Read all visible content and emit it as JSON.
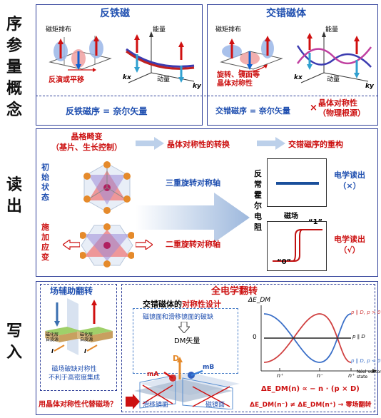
{
  "rows": {
    "row1": [
      "序",
      "参",
      "量",
      "概",
      "念"
    ],
    "row2": [
      "读",
      "出"
    ],
    "row3": [
      "写",
      "入"
    ]
  },
  "concept": {
    "af": {
      "title": "反铁磁",
      "moment_dist": "磁矩排布",
      "energy": "能量",
      "momentum": "动量",
      "kx": "kx",
      "ky": "ky",
      "note": "反演或平移",
      "formula": "反铁磁序 = 奈尔矢量"
    },
    "alt": {
      "title": "交错磁体",
      "moment_dist": "磁矩排布",
      "energy": "能量",
      "momentum": "动量",
      "kx": "kx",
      "ky": "ky",
      "note": "旋转、镜面等\n晶体对称性",
      "formula_left": "交错磁序 = 奈尔矢量",
      "times": "×",
      "formula_right": "晶体对称性\n（物理根源）"
    }
  },
  "readout": {
    "lattice_distortion": "晶格畸变\n（基片、生长控制）",
    "symmetry_change": "晶体对称性的转换",
    "reconstruct": "交错磁序的重构",
    "initial": "初\n始\n状\n态",
    "strained": "施\n加\n应\n变",
    "three_fold": "三重旋转对称轴",
    "two_fold": "二重旋转对称轴",
    "ahe": "反\n常\n霍\n尔\n电\n阻",
    "field": "磁场",
    "readout1": "电学读出\n（×）",
    "readout2": "电学读出\n（√）",
    "state1": "“1”",
    "state0": "“0”"
  },
  "write": {
    "field_assisted": "场辅助翻转",
    "all_electric": "全电学翻转",
    "symmetry_design_pre": "交错磁体的",
    "symmetry_design_em": "对称性设计",
    "mirror_break": "磁镜面和滑移镜面的破缺",
    "dm_vector": "DM矢量",
    "d_label": "D",
    "ma": "mA",
    "mb": "mB",
    "mirror1": "滑移镜面",
    "mirror2": "磁镜面",
    "field_break_note": "磁场破缺对称性\n不利于高密度集成",
    "replace_q": "用晶体对称性代替磁场？",
    "dem_axis": "ΔE_DM",
    "zero": "0",
    "curve1": "p ∥ D, p > 0",
    "curve2": "p ∥ D",
    "curve3": "p ∥ D, p < 0",
    "n_plus": "n⁺",
    "n_minus": "n⁻",
    "n_plus2": "n⁺",
    "neel_state": "Néel vector\nstate",
    "eq1": "ΔE_DM(n) ∝ − n · (p × D)",
    "eq2": "ΔE_DM(n⁻) ≠ ΔE_DM(n⁺) → 零场翻转",
    "stack1": "磁化层\n自旋源",
    "stack2": "磁化层\n自旋源",
    "i_label": "I"
  }
}
